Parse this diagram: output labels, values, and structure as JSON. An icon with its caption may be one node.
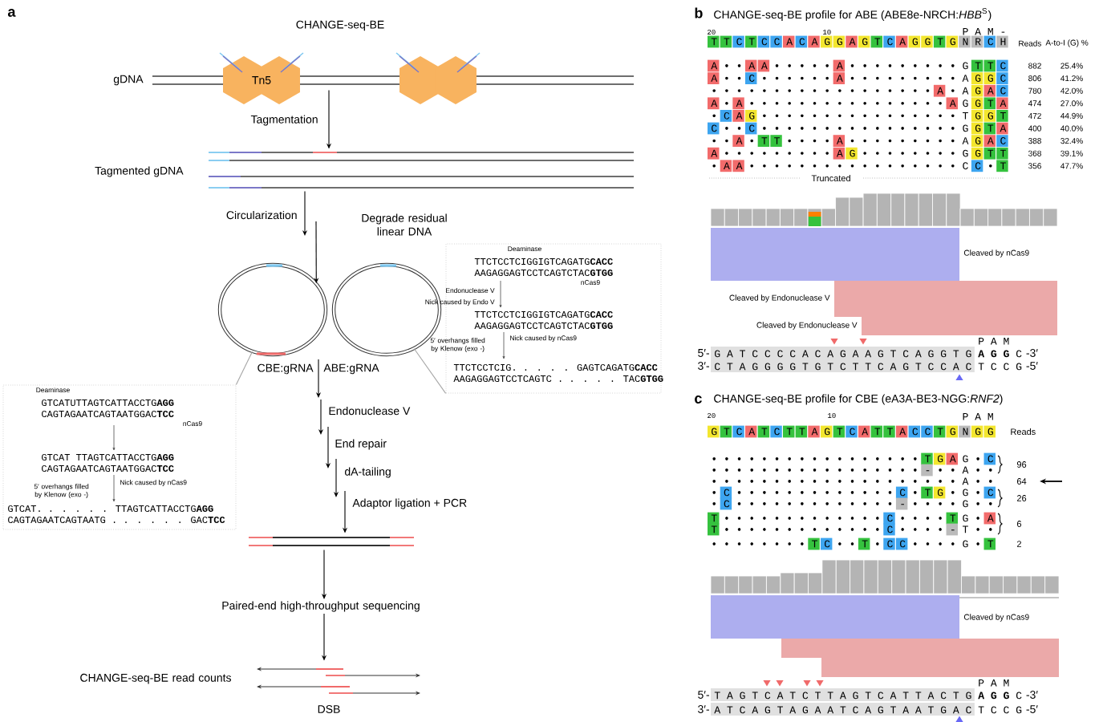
{
  "diagram": {
    "nodes": [
      {
        "text": [
          "gDNA"
        ]
      },
      {
        "text": [
          "Tn5"
        ]
      },
      {
        "text": [],
        "shape": "hexagon"
      },
      {
        "text": [
          "Tagmented gDNA"
        ]
      },
      {
        "text": [],
        "shape": "circle"
      },
      {
        "text": [],
        "shape": "circle"
      },
      {
        "text": [],
        "shape": "bar"
      },
      {
        "text": [
          "Paired-end high-throughput sequencing"
        ]
      },
      {
        "text": [
          "CHANGE-seq-BE read counts"
        ],
        "beside": [
          "DSB"
        ]
      },
      {
        "text": [
          "Deaminase",
          "GTCATUTTAGTCATTACCTG**AGG**",
          "CAGTAGAATCAGTAATGGAC**TCC**",
          "nCas9",
          "GTCAT TTAGTCATTACCTG**AGG**",
          "CAGTAGAATCAGTAATGGAC**TCC**",
          "5′ overhangs filled by Klenow (exo -)",
          "Nick caused by nCas9",
          "GTCAT. . . . . . TTAGTCATTACCTG**AGG**",
          "CAGTAGAATCAGTAATG . . . . . . GAC**TCC**"
        ]
      },
      {
        "text": [
          "Deaminase",
          "TTCTCCTCIGGIGTCAGATG**CACC**",
          "AAGAGGAGTCCTCAGTCTAC**GTGG**",
          "nCas9",
          "Endonuclease V",
          "Nick caused by Endo V",
          "TTCTCCTCIGGIGTCAGATG**CACC**",
          "AAGAGGAGTCCTCAGTCTAC**GTGG**",
          "5′ overhangs filled by Klenow (exo -)",
          "Nick caused by nCas9",
          "TTCTCCTCIG. . . . . GAGTCAGATG**CACC**",
          "AAGAGGAGTCCTCAGTC . . . . . TAC**GTGG**"
        ]
      },
      {
        "text": [
          "Cleaved by nCas9"
        ]
      },
      {
        "text": [
          "Cleaved by Endonuclease V"
        ]
      },
      {
        "text": [
          "Cleaved by Endonuclease V"
        ]
      },
      {
        "text": [
          "Cleaved by nCas9"
        ]
      },
      {
        "text": [],
        "shape": "bar"
      },
      {
        "text": [],
        "shape": "bar"
      }
    ],
    "edges": [
      {
        "from": 0,
        "to": 3,
        "arrow": "to",
        "label": "Tagmentation"
      },
      {
        "from": 3,
        "to": null,
        "arrow": "to",
        "label": "Circularization"
      },
      {
        "from": null,
        "to": 4,
        "arrow": "to",
        "label": "Degrade residual linear DNA"
      },
      {
        "from": null,
        "to": 6,
        "arrow": "to",
        "label": "Adaptor ligation + PCR"
      },
      {
        "from": 6,
        "to": 7,
        "arrow": "to"
      },
      {
        "from": 7,
        "to": 8,
        "arrow": "to"
      },
      {
        "from": 9,
        "to": 4,
        "arrow": "none",
        "color": "#a6a6a6"
      },
      {
        "from": 10,
        "to": 5,
        "arrow": "none",
        "color": "#a6a6a6"
      }
    ],
    "labels": [
      "a",
      "CHANGE-seq-BE",
      "CBE:gRNA",
      "ABE:gRNA",
      "Endonuclease V",
      "End repair",
      "dA-tailing",
      "b",
      "CHANGE-seq-BE profile for ABE (ABE8e-NRCH:*HBB*$^{S}$)",
      "20",
      "10",
      "P A M",
      "-",
      "T T C T C C A C A G G A G T C A G G T G N R C H",
      "Reads",
      "A-to-I (G) %",
      "A • • A A • • • • • A • • • • • • • • • G T T C",
      "882",
      "25.4%",
      "A • • C • • • • • • A • • • • • • • • • A G G C",
      "806",
      "41.2%",
      "• • • • • • • • • • • • • • • • • • A • A G A C",
      "780",
      "42.0%",
      "A • A • • • • • • • • • • • • • • • • A G G T A",
      "474",
      "27.0%",
      "• C A G • • • • • • • • • • • • • • • • T G G T",
      "472",
      "44.9%",
      "C • • C • • • • • • • • • • • • • • • • G G T A",
      "400",
      "40.0%",
      "• • A • T T • • • • A • • • • • • • • • A G A C",
      "388",
      "32.4%",
      "A • • • • • • • • • A G • • • • • • • • G G T T",
      "368",
      "39.1%",
      "• A A • • • • • • • • • • • • • • • • • C C • T",
      "356",
      "47.7%",
      "Truncated",
      "P A M",
      "5′-",
      "G A T C C C C A C A G A A G T C A G G T G **A G G** C",
      "-3′",
      "3′-",
      "C T A G G G G T G T C T T C A G T C C A C T C C G",
      "-5′",
      "c",
      "CHANGE-seq-BE profile for CBE (eA3A-BE3-NGG:*RNF2*)",
      "20",
      "10",
      "P A M",
      "G T C A T C T T A G T C A T T A C C T G N G G",
      "Reads",
      "• • • • • • • • • • • • • • • • • T G A G • C",
      "96",
      "• • • • • • • • • • • • • • • • • - • • A • •",
      "• • • • • • • • • • • • • • • • • • • • A • •",
      "64",
      "• C • • • • • • • • • • • • • C • T G • G • C",
      "26",
      "• C • • • • • • • • • • • • • - • • • • G • •",
      "T • • • • • • • • • • • • • C • • • • T G • A",
      "6",
      "T • • • • • • • • • • • • • C • • • • - T • •",
      "• • • • • • • • T C • • T • C C • • • • G • T",
      "2",
      "P A M",
      "5′-",
      "T A G T C A T C T T A G T C A T T A C T G **A G G** C",
      "-3′",
      "3′-",
      "A T C A G T A G A A T C A G T A A T G A C T C C G",
      "-5′"
    ]
  }
}
